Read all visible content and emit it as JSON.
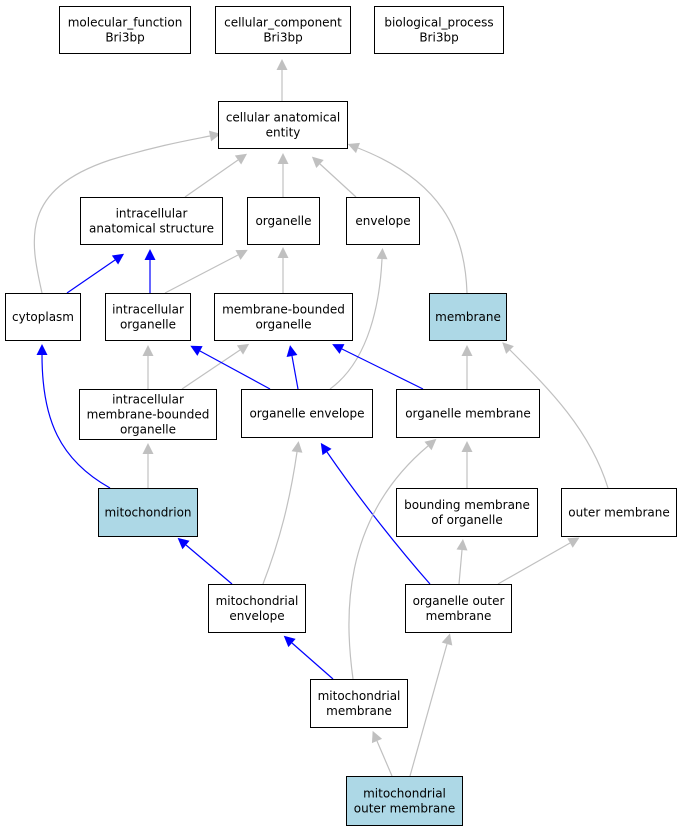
{
  "colors": {
    "highlight_fill": "#add8e6",
    "default_fill": "#ffffff",
    "part_of_edge": "#0000ff",
    "is_a_edge": "#c0c0c0"
  },
  "nodes": {
    "molecular_function": {
      "lines": [
        "molecular_function",
        "Bri3bp"
      ],
      "highlight": false
    },
    "cellular_component": {
      "lines": [
        "cellular_component",
        "Bri3bp"
      ],
      "highlight": false
    },
    "biological_process": {
      "lines": [
        "biological_process",
        "Bri3bp"
      ],
      "highlight": false
    },
    "cellular_anatomical_entity": {
      "lines": [
        "cellular anatomical",
        "entity"
      ],
      "highlight": false
    },
    "intracellular_anatomical_structure": {
      "lines": [
        "intracellular",
        "anatomical structure"
      ],
      "highlight": false
    },
    "organelle": {
      "lines": [
        "organelle"
      ],
      "highlight": false
    },
    "envelope": {
      "lines": [
        "envelope"
      ],
      "highlight": false
    },
    "cytoplasm": {
      "lines": [
        "cytoplasm"
      ],
      "highlight": false
    },
    "intracellular_organelle": {
      "lines": [
        "intracellular",
        "organelle"
      ],
      "highlight": false
    },
    "membrane_bounded_organelle": {
      "lines": [
        "membrane-bounded",
        "organelle"
      ],
      "highlight": false
    },
    "membrane": {
      "lines": [
        "membrane"
      ],
      "highlight": true
    },
    "intracellular_membrane_bounded_organelle": {
      "lines": [
        "intracellular",
        "membrane-bounded",
        "organelle"
      ],
      "highlight": false
    },
    "organelle_envelope": {
      "lines": [
        "organelle envelope"
      ],
      "highlight": false
    },
    "organelle_membrane": {
      "lines": [
        "organelle membrane"
      ],
      "highlight": false
    },
    "mitochondrion": {
      "lines": [
        "mitochondrion"
      ],
      "highlight": true
    },
    "bounding_membrane_of_organelle": {
      "lines": [
        "bounding membrane",
        "of organelle"
      ],
      "highlight": false
    },
    "outer_membrane": {
      "lines": [
        "outer membrane"
      ],
      "highlight": false
    },
    "mitochondrial_envelope": {
      "lines": [
        "mitochondrial",
        "envelope"
      ],
      "highlight": false
    },
    "organelle_outer_membrane": {
      "lines": [
        "organelle outer",
        "membrane"
      ],
      "highlight": false
    },
    "mitochondrial_membrane": {
      "lines": [
        "mitochondrial",
        "membrane"
      ],
      "highlight": false
    },
    "mitochondrial_outer_membrane": {
      "lines": [
        "mitochondrial",
        "outer membrane"
      ],
      "highlight": true
    }
  },
  "edges": [
    {
      "from": "cellular_anatomical_entity",
      "to": "cellular_component",
      "type": "is_a"
    },
    {
      "from": "intracellular_anatomical_structure",
      "to": "cellular_anatomical_entity",
      "type": "is_a"
    },
    {
      "from": "organelle",
      "to": "cellular_anatomical_entity",
      "type": "is_a"
    },
    {
      "from": "envelope",
      "to": "cellular_anatomical_entity",
      "type": "is_a"
    },
    {
      "from": "cytoplasm",
      "to": "cellular_anatomical_entity",
      "type": "is_a"
    },
    {
      "from": "membrane",
      "to": "cellular_anatomical_entity",
      "type": "is_a"
    },
    {
      "from": "cytoplasm",
      "to": "intracellular_anatomical_structure",
      "type": "part_of"
    },
    {
      "from": "intracellular_organelle",
      "to": "intracellular_anatomical_structure",
      "type": "part_of"
    },
    {
      "from": "intracellular_organelle",
      "to": "organelle",
      "type": "is_a"
    },
    {
      "from": "membrane_bounded_organelle",
      "to": "organelle",
      "type": "is_a"
    },
    {
      "from": "mitochondrion",
      "to": "cytoplasm",
      "type": "part_of"
    },
    {
      "from": "intracellular_membrane_bounded_organelle",
      "to": "intracellular_organelle",
      "type": "is_a"
    },
    {
      "from": "intracellular_membrane_bounded_organelle",
      "to": "membrane_bounded_organelle",
      "type": "is_a"
    },
    {
      "from": "organelle_envelope",
      "to": "intracellular_organelle",
      "type": "part_of"
    },
    {
      "from": "organelle_envelope",
      "to": "membrane_bounded_organelle",
      "type": "part_of"
    },
    {
      "from": "organelle_envelope",
      "to": "envelope",
      "type": "is_a"
    },
    {
      "from": "organelle_membrane",
      "to": "membrane_bounded_organelle",
      "type": "part_of"
    },
    {
      "from": "organelle_membrane",
      "to": "membrane",
      "type": "is_a"
    },
    {
      "from": "mitochondrion",
      "to": "intracellular_membrane_bounded_organelle",
      "type": "is_a"
    },
    {
      "from": "bounding_membrane_of_organelle",
      "to": "organelle_membrane",
      "type": "is_a"
    },
    {
      "from": "outer_membrane",
      "to": "membrane",
      "type": "is_a"
    },
    {
      "from": "mitochondrial_envelope",
      "to": "mitochondrion",
      "type": "part_of"
    },
    {
      "from": "mitochondrial_envelope",
      "to": "organelle_envelope",
      "type": "is_a"
    },
    {
      "from": "organelle_outer_membrane",
      "to": "organelle_envelope",
      "type": "part_of"
    },
    {
      "from": "organelle_outer_membrane",
      "to": "bounding_membrane_of_organelle",
      "type": "is_a"
    },
    {
      "from": "organelle_outer_membrane",
      "to": "outer_membrane",
      "type": "is_a"
    },
    {
      "from": "mitochondrial_membrane",
      "to": "mitochondrial_envelope",
      "type": "part_of"
    },
    {
      "from": "mitochondrial_membrane",
      "to": "organelle_membrane",
      "type": "is_a"
    },
    {
      "from": "mitochondrial_outer_membrane",
      "to": "mitochondrial_membrane",
      "type": "is_a"
    },
    {
      "from": "mitochondrial_outer_membrane",
      "to": "organelle_outer_membrane",
      "type": "is_a"
    }
  ]
}
